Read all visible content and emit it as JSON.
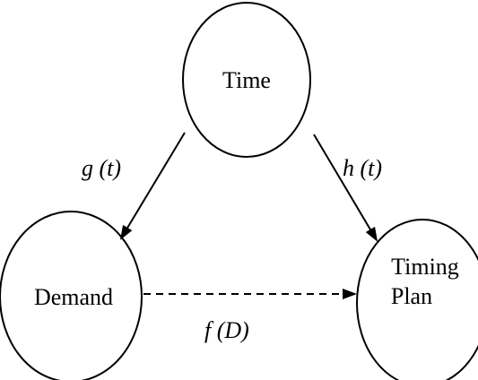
{
  "nodes": {
    "time": {
      "label": "Time"
    },
    "demand": {
      "label": "Demand"
    },
    "timing_plan": {
      "label_line1": "Timing",
      "label_line2": "Plan"
    }
  },
  "edges": {
    "time_to_demand": {
      "label": "g (t)"
    },
    "time_to_timing_plan": {
      "label": "h (t)"
    },
    "demand_to_timing_plan": {
      "label": "f (D)"
    }
  },
  "colors": {
    "stroke": "#000000",
    "background": "#ffffff"
  }
}
